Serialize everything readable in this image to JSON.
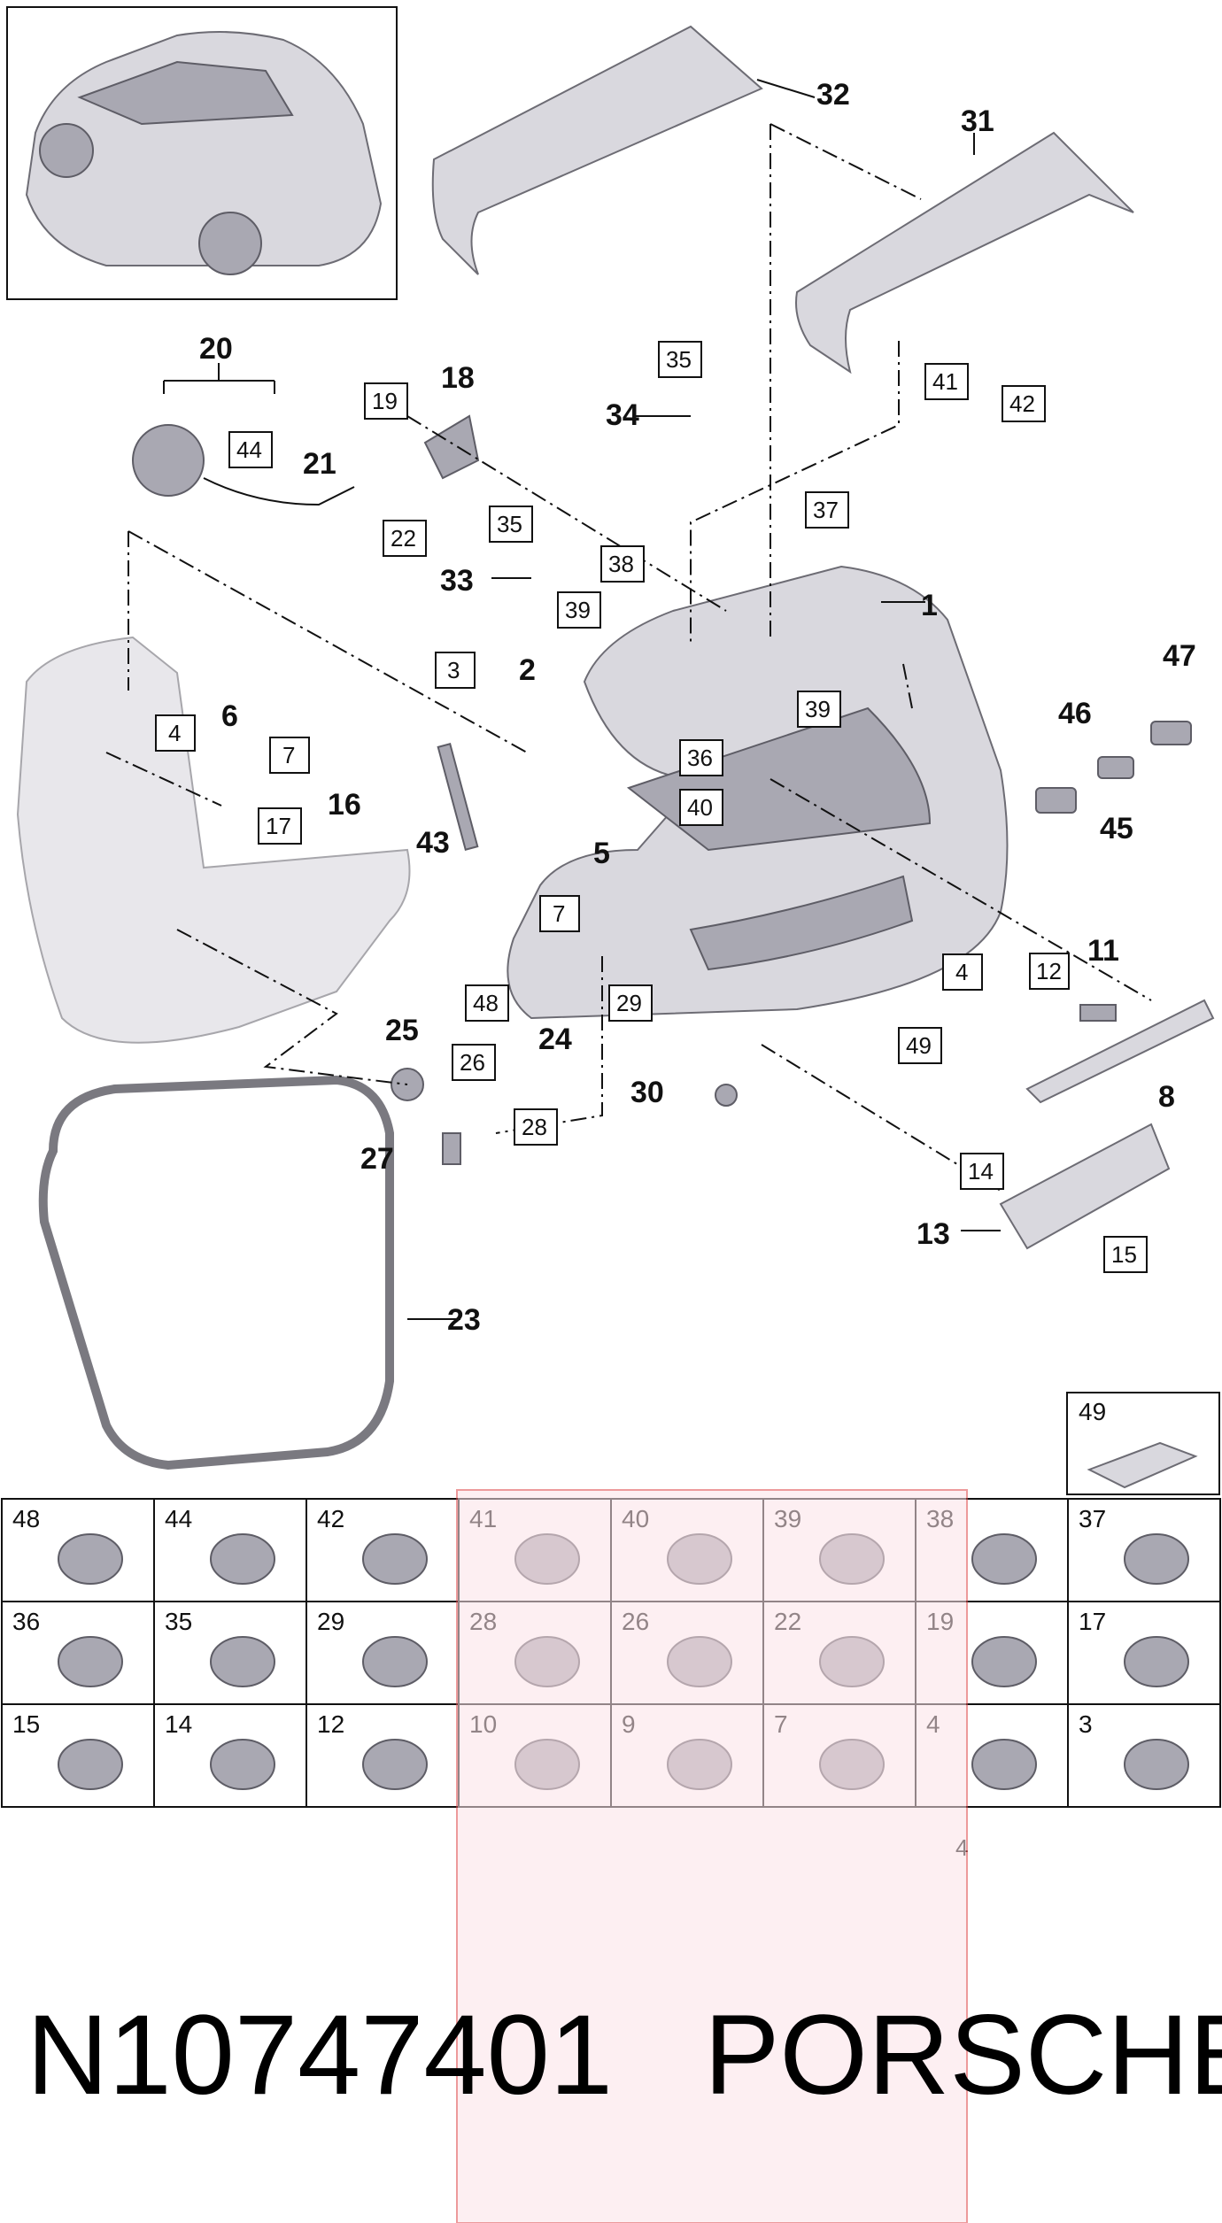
{
  "callouts_bold": [
    "1",
    "2",
    "5",
    "6",
    "8",
    "11",
    "13",
    "16",
    "18",
    "20",
    "21",
    "23",
    "24",
    "25",
    "27",
    "30",
    "31",
    "32",
    "33",
    "34",
    "43",
    "45",
    "46",
    "47"
  ],
  "callouts_boxed": [
    "3",
    "4",
    "4",
    "4",
    "7",
    "7",
    "12",
    "14",
    "15",
    "17",
    "19",
    "22",
    "26",
    "28",
    "29",
    "35",
    "35",
    "36",
    "37",
    "38",
    "39",
    "39",
    "40",
    "41",
    "42",
    "44",
    "48",
    "49"
  ],
  "inset_box_label": "49",
  "parts_table": {
    "rows": [
      [
        "48",
        "44",
        "42",
        "41",
        "40",
        "39",
        "38",
        "37"
      ],
      [
        "36",
        "35",
        "29",
        "28",
        "26",
        "22",
        "19",
        "17"
      ],
      [
        "15",
        "14",
        "12",
        "10",
        "9",
        "7",
        "4",
        "3"
      ]
    ]
  },
  "watermark": {
    "part_number": "N10747401",
    "brand": "PORSCHE",
    "overlay_color": "#fde3e8",
    "overlay_border_color": "#e0484a"
  }
}
